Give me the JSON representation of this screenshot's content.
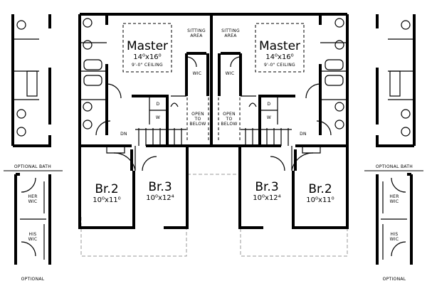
{
  "plan": {
    "master": {
      "name": "Master",
      "size": "14⁰x16⁰",
      "ceiling": "9'-0\" CEILING"
    },
    "sitting_area": [
      "SITTING",
      "AREA"
    ],
    "wic": "WIC",
    "dryer": "D",
    "washer": "W",
    "open_to_below": [
      "OPEN",
      "TO",
      "BELOW"
    ],
    "down": "DN",
    "bedroom2": {
      "name": "Br.2",
      "size": "10⁰x11⁰"
    },
    "bedroom3": {
      "name": "Br.3",
      "size": "10⁰x12⁴"
    },
    "optional_bath": "OPTIONAL BATH",
    "her_wic": [
      "HER",
      "WIC"
    ],
    "his_wic": [
      "HIS",
      "WIC"
    ],
    "optional": "OPTIONAL"
  }
}
